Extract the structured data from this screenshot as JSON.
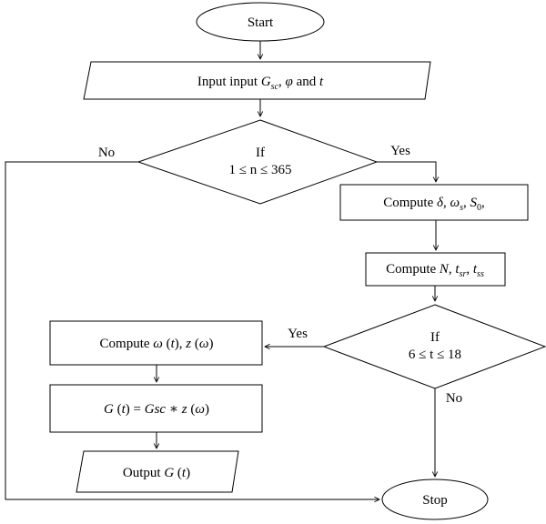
{
  "flowchart": {
    "start": "Start",
    "input": {
      "prefix": "Input input ",
      "g": "G",
      "g_sub": "sc",
      "sep1": ", ",
      "phi": "φ",
      "mid": " and ",
      "t": "t"
    },
    "decision1": {
      "line1": "If",
      "line2": "1 ≤ n ≤ 365",
      "yes": "Yes",
      "no": "No"
    },
    "compute1": {
      "prefix": "Compute ",
      "delta": "δ",
      "sep1": ", ",
      "omega": "ω",
      "omega_sub": "s",
      "sep2": ", ",
      "s": "S",
      "s_sub": "0",
      "suffix": ","
    },
    "compute2": {
      "prefix": "Compute ",
      "n": "N",
      "sep1": ", ",
      "t1": "t",
      "t1_sub": "sr",
      "sep2": ", ",
      "t2": "t",
      "t2_sub": "ss"
    },
    "decision2": {
      "line1": "If",
      "line2": "6 ≤ t ≤ 18",
      "yes": "Yes",
      "no": "No"
    },
    "compute3": {
      "prefix": "Compute ",
      "omega": "ω",
      "p1": " (",
      "t": "t",
      "p2": "), ",
      "z": "z",
      "p3": " (",
      "omega2": "ω",
      "p4": ")"
    },
    "formula": {
      "g": "G",
      "p1": " (",
      "t": "t",
      "p2": ") = ",
      "gsc": "Gsc",
      "op": " ∗ ",
      "z": "z",
      "p3": " (",
      "omega": "ω",
      "p4": ")"
    },
    "output": {
      "prefix": "Output ",
      "g": "G",
      "p1": " (",
      "t": "t",
      "p2": ")"
    },
    "stop": "Stop"
  }
}
